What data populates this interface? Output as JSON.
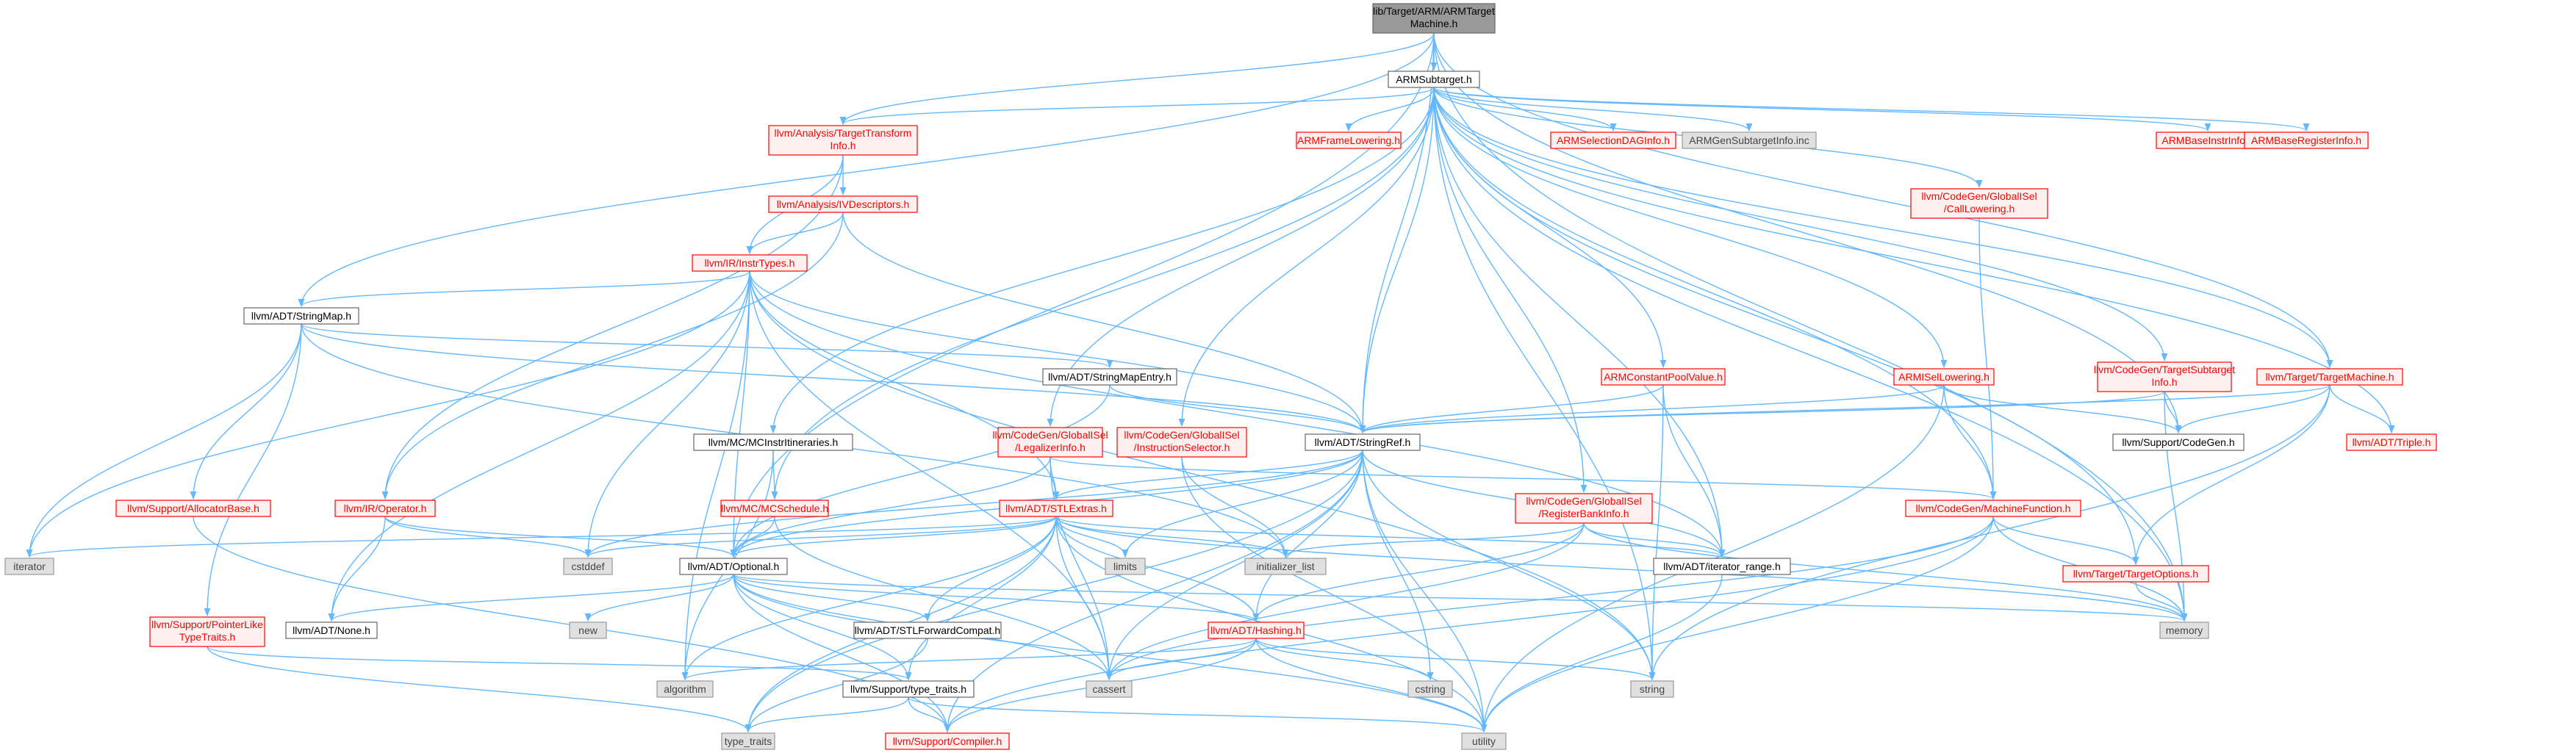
{
  "styles": {
    "edge": "#63b8ff",
    "focus": {
      "fill": "#999999",
      "stroke": "#666666",
      "text": "#000000"
    },
    "normal": {
      "fill": "#ffffff",
      "stroke": "#666666",
      "text": "#000000"
    },
    "red": {
      "fill": "#fff0f0",
      "stroke": "#ff0000",
      "text": "#ff0000"
    },
    "sys": {
      "fill": "#e0e0e0",
      "stroke": "#999999",
      "text": "#444444"
    }
  },
  "nodes": [
    {
      "id": "root",
      "style": "focus",
      "lines": [
        "lib/Target/ARM/ARMTarget",
        "Machine.h"
      ]
    },
    {
      "id": "subtarget",
      "style": "normal",
      "lines": [
        "ARMSubtarget.h"
      ]
    },
    {
      "id": "tti",
      "style": "red",
      "lines": [
        "llvm/Analysis/TargetTransform",
        "Info.h"
      ]
    },
    {
      "id": "framelow",
      "style": "red",
      "lines": [
        "ARMFrameLowering.h"
      ]
    },
    {
      "id": "seldag",
      "style": "red",
      "lines": [
        "ARMSelectionDAGInfo.h"
      ]
    },
    {
      "id": "gensub",
      "style": "sys",
      "lines": [
        "ARMGenSubtargetInfo.inc"
      ]
    },
    {
      "id": "baseinstr",
      "style": "red",
      "lines": [
        "ARMBaseInstrInfo.h"
      ]
    },
    {
      "id": "basereg",
      "style": "red",
      "lines": [
        "ARMBaseRegisterInfo.h"
      ]
    },
    {
      "id": "ivdesc",
      "style": "red",
      "lines": [
        "llvm/Analysis/IVDescriptors.h"
      ]
    },
    {
      "id": "calllow",
      "style": "red",
      "lines": [
        "llvm/CodeGen/GlobalISel",
        "/CallLowering.h"
      ]
    },
    {
      "id": "instrtypes",
      "style": "red",
      "lines": [
        "llvm/IR/InstrTypes.h"
      ]
    },
    {
      "id": "stringmap",
      "style": "normal",
      "lines": [
        "llvm/ADT/StringMap.h"
      ]
    },
    {
      "id": "stringmapentry",
      "style": "normal",
      "lines": [
        "llvm/ADT/StringMapEntry.h"
      ]
    },
    {
      "id": "cpv",
      "style": "red",
      "lines": [
        "ARMConstantPoolValue.h"
      ]
    },
    {
      "id": "isellow",
      "style": "red",
      "lines": [
        "ARMISelLowering.h"
      ]
    },
    {
      "id": "tsi",
      "style": "red",
      "lines": [
        "llvm/CodeGen/TargetSubtarget",
        "Info.h"
      ]
    },
    {
      "id": "tm",
      "style": "red",
      "lines": [
        "llvm/Target/TargetMachine.h"
      ]
    },
    {
      "id": "mcitin",
      "style": "normal",
      "lines": [
        "llvm/MC/MCInstrItineraries.h"
      ]
    },
    {
      "id": "legal",
      "style": "red",
      "lines": [
        "llvm/CodeGen/GlobalISel",
        "/LegalizerInfo.h"
      ]
    },
    {
      "id": "isel",
      "style": "red",
      "lines": [
        "llvm/CodeGen/GlobalISel",
        "/InstructionSelector.h"
      ]
    },
    {
      "id": "stringref",
      "style": "normal",
      "lines": [
        "llvm/ADT/StringRef.h"
      ]
    },
    {
      "id": "codegen",
      "style": "normal",
      "lines": [
        "llvm/Support/CodeGen.h"
      ]
    },
    {
      "id": "triple",
      "style": "red",
      "lines": [
        "llvm/ADT/Triple.h"
      ]
    },
    {
      "id": "allocbase",
      "style": "red",
      "lines": [
        "llvm/Support/AllocatorBase.h"
      ]
    },
    {
      "id": "operator",
      "style": "red",
      "lines": [
        "llvm/IR/Operator.h"
      ]
    },
    {
      "id": "mcsched",
      "style": "red",
      "lines": [
        "llvm/MC/MCSchedule.h"
      ]
    },
    {
      "id": "stlextras",
      "style": "red",
      "lines": [
        "llvm/ADT/STLExtras.h"
      ]
    },
    {
      "id": "rbi",
      "style": "red",
      "lines": [
        "llvm/CodeGen/GlobalISel",
        "/RegisterBankInfo.h"
      ]
    },
    {
      "id": "mf",
      "style": "red",
      "lines": [
        "llvm/CodeGen/MachineFunction.h"
      ]
    },
    {
      "id": "iterator",
      "style": "sys",
      "lines": [
        "iterator"
      ]
    },
    {
      "id": "cstddef",
      "style": "sys",
      "lines": [
        "cstddef"
      ]
    },
    {
      "id": "optional",
      "style": "normal",
      "lines": [
        "llvm/ADT/Optional.h"
      ]
    },
    {
      "id": "limits",
      "style": "sys",
      "lines": [
        "limits"
      ]
    },
    {
      "id": "initlist",
      "style": "sys",
      "lines": [
        "initializer_list"
      ]
    },
    {
      "id": "iterrange",
      "style": "normal",
      "lines": [
        "llvm/ADT/iterator_range.h"
      ]
    },
    {
      "id": "topts",
      "style": "red",
      "lines": [
        "llvm/Target/TargetOptions.h"
      ]
    },
    {
      "id": "ptrlike",
      "style": "red",
      "lines": [
        "llvm/Support/PointerLike",
        "TypeTraits.h"
      ]
    },
    {
      "id": "none",
      "style": "normal",
      "lines": [
        "llvm/ADT/None.h"
      ]
    },
    {
      "id": "new",
      "style": "sys",
      "lines": [
        "new"
      ]
    },
    {
      "id": "stlfwd",
      "style": "normal",
      "lines": [
        "llvm/ADT/STLForwardCompat.h"
      ]
    },
    {
      "id": "hashing",
      "style": "red",
      "lines": [
        "llvm/ADT/Hashing.h"
      ]
    },
    {
      "id": "memory",
      "style": "sys",
      "lines": [
        "memory"
      ]
    },
    {
      "id": "algorithm",
      "style": "sys",
      "lines": [
        "algorithm"
      ]
    },
    {
      "id": "cassert",
      "style": "sys",
      "lines": [
        "cassert"
      ]
    },
    {
      "id": "cstring",
      "style": "sys",
      "lines": [
        "cstring"
      ]
    },
    {
      "id": "string",
      "style": "sys",
      "lines": [
        "string"
      ]
    },
    {
      "id": "typetraitsllvm",
      "style": "normal",
      "lines": [
        "llvm/Support/type_traits.h"
      ]
    },
    {
      "id": "type_traits",
      "style": "sys",
      "lines": [
        "type_traits"
      ]
    },
    {
      "id": "compiler",
      "style": "red",
      "lines": [
        "llvm/Support/Compiler.h"
      ]
    },
    {
      "id": "utility",
      "style": "sys",
      "lines": [
        "utility"
      ]
    }
  ],
  "edges": [
    [
      "root",
      "subtarget"
    ],
    [
      "root",
      "tti"
    ],
    [
      "root",
      "stringmap"
    ],
    [
      "root",
      "stringref"
    ],
    [
      "root",
      "optional"
    ],
    [
      "root",
      "tm"
    ],
    [
      "root",
      "codegen"
    ],
    [
      "root",
      "memory"
    ],
    [
      "subtarget",
      "tti"
    ],
    [
      "subtarget",
      "framelow"
    ],
    [
      "subtarget",
      "seldag"
    ],
    [
      "subtarget",
      "gensub"
    ],
    [
      "subtarget",
      "baseinstr"
    ],
    [
      "subtarget",
      "basereg"
    ],
    [
      "subtarget",
      "calllow"
    ],
    [
      "subtarget",
      "cpv"
    ],
    [
      "subtarget",
      "isellow"
    ],
    [
      "subtarget",
      "tsi"
    ],
    [
      "subtarget",
      "tm"
    ],
    [
      "subtarget",
      "mcitin"
    ],
    [
      "subtarget",
      "legal"
    ],
    [
      "subtarget",
      "isel"
    ],
    [
      "subtarget",
      "stringref"
    ],
    [
      "subtarget",
      "mcsched"
    ],
    [
      "subtarget",
      "rbi"
    ],
    [
      "subtarget",
      "mf"
    ],
    [
      "subtarget",
      "triple"
    ],
    [
      "subtarget",
      "topts"
    ],
    [
      "subtarget",
      "string"
    ],
    [
      "subtarget",
      "memory"
    ],
    [
      "subtarget",
      "iterrange"
    ],
    [
      "tti",
      "ivdesc"
    ],
    [
      "tti",
      "instrtypes"
    ],
    [
      "tti",
      "operator"
    ],
    [
      "ivdesc",
      "instrtypes"
    ],
    [
      "ivdesc",
      "operator"
    ],
    [
      "ivdesc",
      "stringref"
    ],
    [
      "instrtypes",
      "stringmap"
    ],
    [
      "instrtypes",
      "stringref"
    ],
    [
      "instrtypes",
      "iterator"
    ],
    [
      "instrtypes",
      "cstddef"
    ],
    [
      "instrtypes",
      "optional"
    ],
    [
      "instrtypes",
      "stlextras"
    ],
    [
      "instrtypes",
      "cassert"
    ],
    [
      "instrtypes",
      "algorithm"
    ],
    [
      "instrtypes",
      "string"
    ],
    [
      "instrtypes",
      "none"
    ],
    [
      "instrtypes",
      "iterrange"
    ],
    [
      "stringmap",
      "stringmapentry"
    ],
    [
      "stringmap",
      "stringref"
    ],
    [
      "stringmap",
      "iterator"
    ],
    [
      "stringmap",
      "allocbase"
    ],
    [
      "stringmap",
      "ptrlike"
    ],
    [
      "stringmap",
      "initlist"
    ],
    [
      "stringmapentry",
      "stringref"
    ],
    [
      "stringmapentry",
      "optional"
    ],
    [
      "calllow",
      "mf"
    ],
    [
      "cpv",
      "stringref"
    ],
    [
      "cpv",
      "iterrange"
    ],
    [
      "cpv",
      "string"
    ],
    [
      "isellow",
      "stringref"
    ],
    [
      "isellow",
      "mf"
    ],
    [
      "isellow",
      "codegen"
    ],
    [
      "isellow",
      "utility"
    ],
    [
      "tsi",
      "stringref"
    ],
    [
      "tsi",
      "codegen"
    ],
    [
      "tsi",
      "memory"
    ],
    [
      "tm",
      "stringref"
    ],
    [
      "tm",
      "codegen"
    ],
    [
      "tm",
      "triple"
    ],
    [
      "tm",
      "topts"
    ],
    [
      "tm",
      "string"
    ],
    [
      "mcitin",
      "mcsched"
    ],
    [
      "mcitin",
      "algorithm"
    ],
    [
      "legal",
      "stlextras"
    ],
    [
      "legal",
      "optional"
    ],
    [
      "legal",
      "mf"
    ],
    [
      "legal",
      "cassert"
    ],
    [
      "isel",
      "initlist"
    ],
    [
      "isel",
      "utility"
    ],
    [
      "stringref",
      "stlextras"
    ],
    [
      "stringref",
      "optional"
    ],
    [
      "stringref",
      "iterrange"
    ],
    [
      "stringref",
      "cstddef"
    ],
    [
      "stringref",
      "cstring"
    ],
    [
      "stringref",
      "limits"
    ],
    [
      "stringref",
      "string"
    ],
    [
      "stringref",
      "type_traits"
    ],
    [
      "stringref",
      "utility"
    ],
    [
      "stringref",
      "compiler"
    ],
    [
      "stringref",
      "cassert"
    ],
    [
      "stringref",
      "hashing"
    ],
    [
      "operator",
      "optional"
    ],
    [
      "operator",
      "none"
    ],
    [
      "operator",
      "cstddef"
    ],
    [
      "mcsched",
      "optional"
    ],
    [
      "mcsched",
      "cassert"
    ],
    [
      "stlextras",
      "optional"
    ],
    [
      "stlextras",
      "iterrange"
    ],
    [
      "stlextras",
      "iterator"
    ],
    [
      "stlextras",
      "cstddef"
    ],
    [
      "stlextras",
      "limits"
    ],
    [
      "stlextras",
      "initlist"
    ],
    [
      "stlextras",
      "memory"
    ],
    [
      "stlextras",
      "stlfwd"
    ],
    [
      "stlextras",
      "cassert"
    ],
    [
      "stlextras",
      "algorithm"
    ],
    [
      "stlextras",
      "utility"
    ],
    [
      "stlextras",
      "type_traits"
    ],
    [
      "stlextras",
      "typetraitsllvm"
    ],
    [
      "stlextras",
      "hashing"
    ],
    [
      "rbi",
      "hashing"
    ],
    [
      "rbi",
      "iterrange"
    ],
    [
      "rbi",
      "initlist"
    ],
    [
      "rbi",
      "cassert"
    ],
    [
      "rbi",
      "memory"
    ],
    [
      "mf",
      "topts"
    ],
    [
      "mf",
      "cassert"
    ],
    [
      "mf",
      "memory"
    ],
    [
      "mf",
      "utility"
    ],
    [
      "mf",
      "compiler"
    ],
    [
      "optional",
      "none"
    ],
    [
      "optional",
      "new"
    ],
    [
      "optional",
      "stlfwd"
    ],
    [
      "optional",
      "hashing"
    ],
    [
      "optional",
      "cassert"
    ],
    [
      "optional",
      "memory"
    ],
    [
      "optional",
      "utility"
    ],
    [
      "optional",
      "typetraitsllvm"
    ],
    [
      "optional",
      "compiler"
    ],
    [
      "iterrange",
      "utility"
    ],
    [
      "topts",
      "memory"
    ],
    [
      "ptrlike",
      "typetraitsllvm"
    ],
    [
      "ptrlike",
      "type_traits"
    ],
    [
      "allocbase",
      "compiler"
    ],
    [
      "stlfwd",
      "type_traits"
    ],
    [
      "hashing",
      "algorithm"
    ],
    [
      "hashing",
      "cassert"
    ],
    [
      "hashing",
      "cstring"
    ],
    [
      "hashing",
      "string"
    ],
    [
      "hashing",
      "utility"
    ],
    [
      "hashing",
      "compiler"
    ],
    [
      "typetraitsllvm",
      "type_traits"
    ],
    [
      "typetraitsllvm",
      "utility"
    ],
    [
      "typetraitsllvm",
      "compiler"
    ]
  ]
}
